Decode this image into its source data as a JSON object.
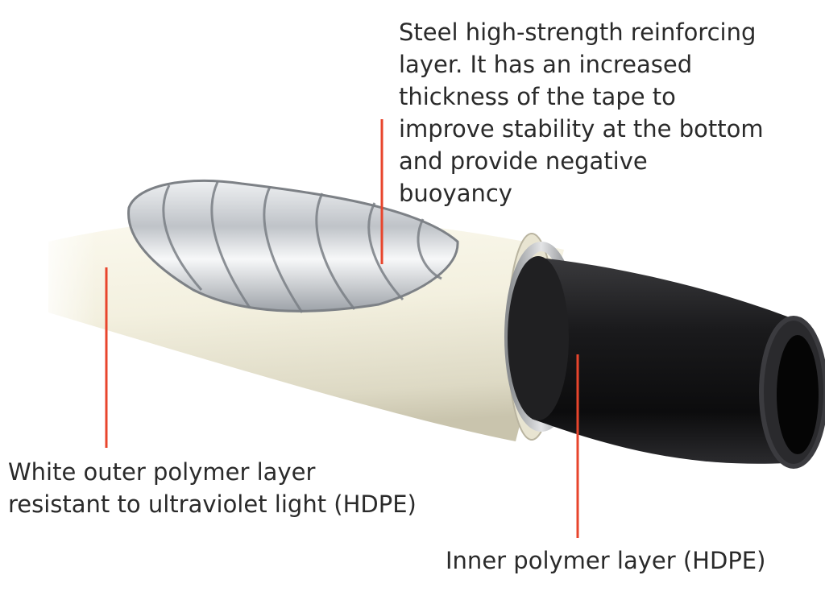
{
  "colors": {
    "accent_line": "#e8452c",
    "outer_layer": "#f3f0e1",
    "inner_layer": "#1c1c1e",
    "steel": "#c9ccd0",
    "text": "#2a2a2a"
  },
  "callouts": {
    "steel": "Steel high-strength reinforcing\nlayer. It has an increased\nthickness of the tape to\nimprove stability at the bottom\nand provide negative\nbuoyancy",
    "outer": "White outer polymer layer\nresistant to ultraviolet light (HDPE)",
    "inner": "Inner polymer layer (HDPE)"
  }
}
